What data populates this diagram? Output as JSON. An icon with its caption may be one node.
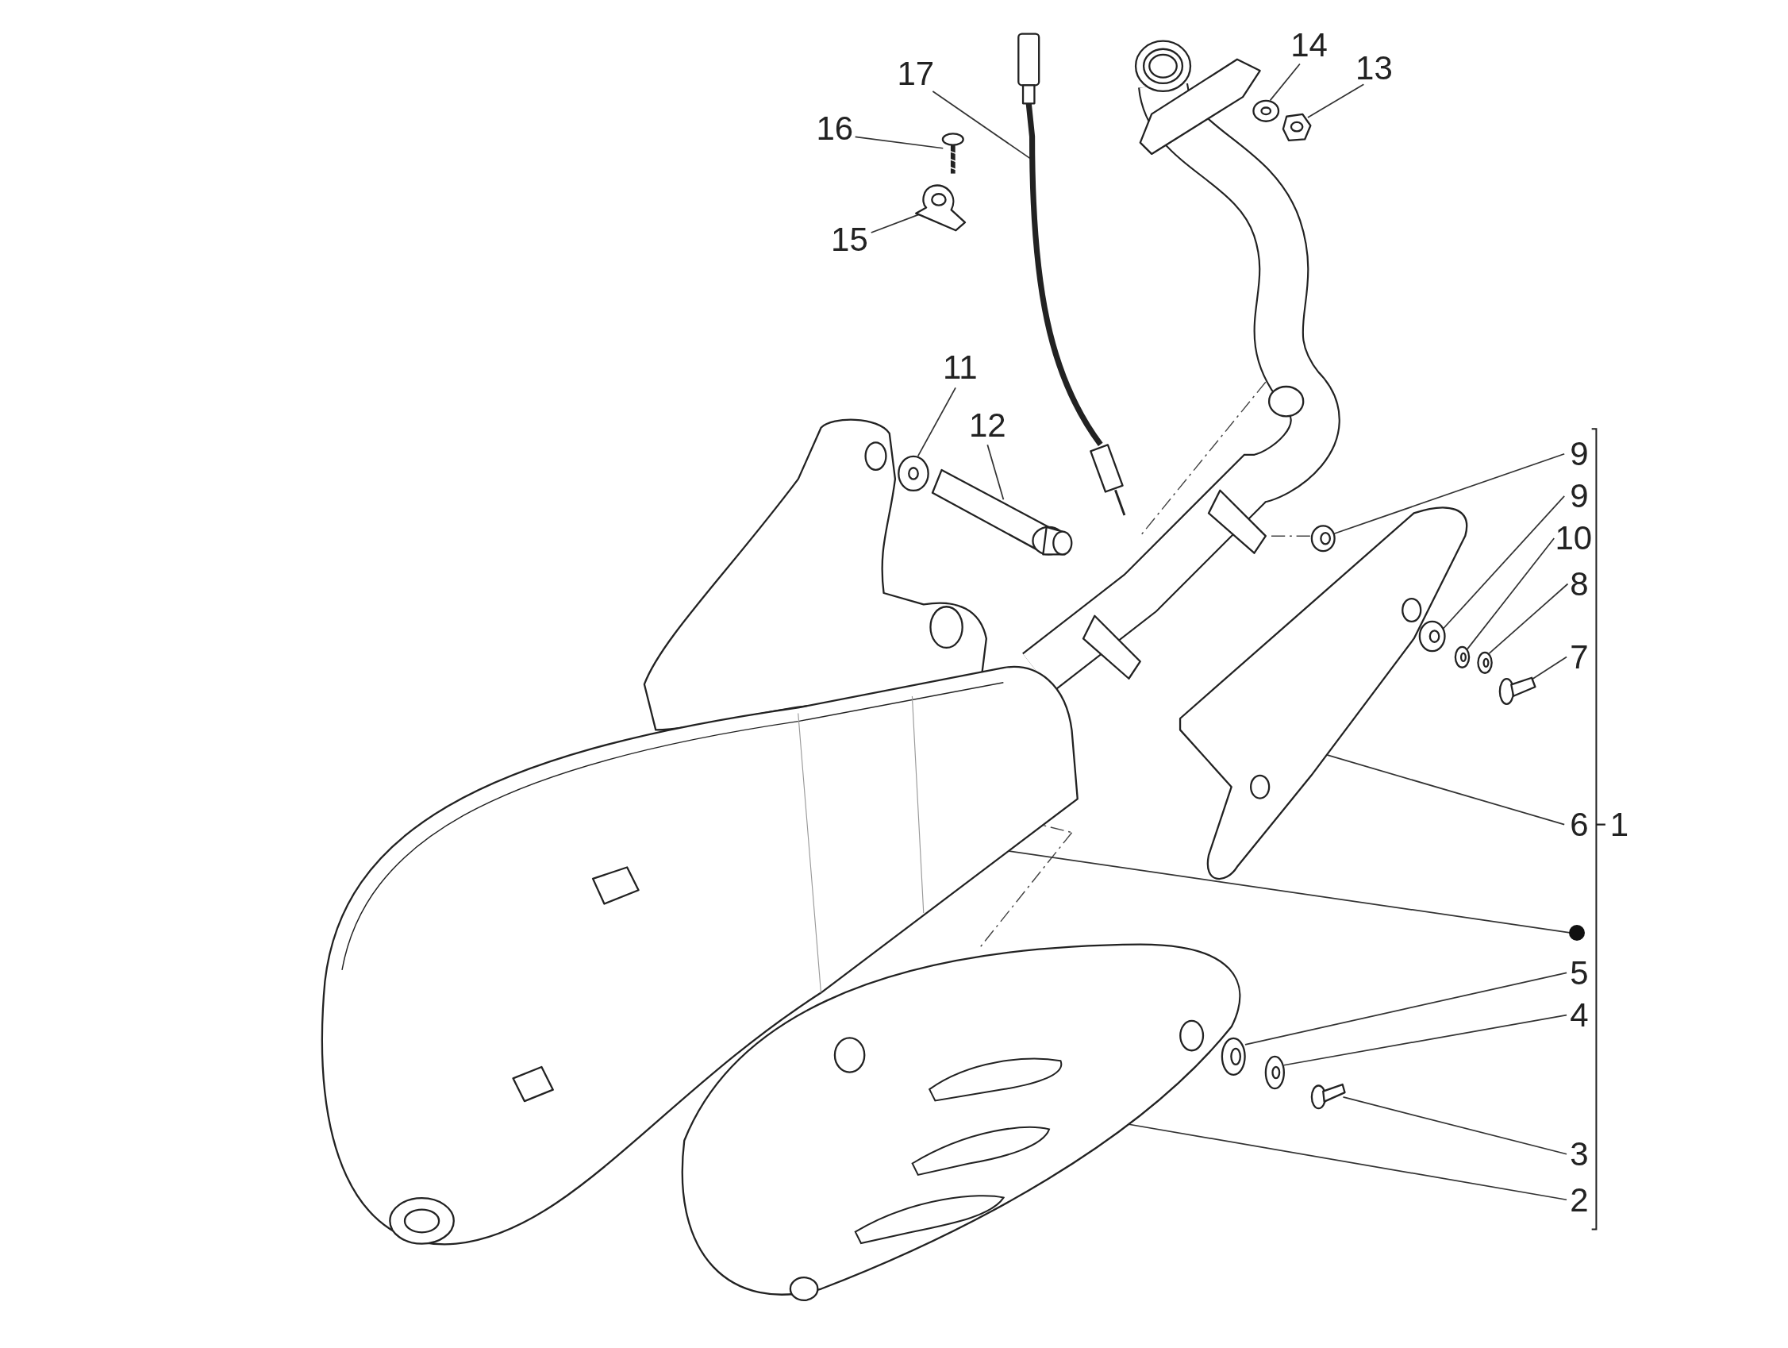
{
  "diagram": {
    "nodes": [
      {
        "text": [
          "17"
        ]
      },
      {
        "text": [
          "16"
        ]
      },
      {
        "text": [
          "14"
        ]
      },
      {
        "text": [
          "13"
        ]
      },
      {
        "text": [
          "15"
        ]
      },
      {
        "text": [
          "11"
        ]
      },
      {
        "text": [
          "12"
        ]
      },
      {
        "text": [
          "9"
        ]
      },
      {
        "text": [
          "9"
        ]
      },
      {
        "text": [
          "10"
        ]
      },
      {
        "text": [
          "8"
        ]
      },
      {
        "text": [
          "7"
        ]
      },
      {
        "text": [
          "6"
        ]
      },
      {
        "text": [],
        "shape": "circle"
      },
      {
        "text": [
          "5"
        ]
      },
      {
        "text": [
          "4"
        ]
      },
      {
        "text": [
          "3"
        ]
      },
      {
        "text": [
          "2"
        ]
      },
      {
        "text": [],
        "shape": "picture"
      },
      {
        "text": [],
        "shape": "picture"
      },
      {
        "text": [],
        "shape": "picture"
      },
      {
        "text": [],
        "shape": "picture"
      },
      {
        "text": [],
        "shape": "picture"
      },
      {
        "text": [],
        "shape": "picture"
      },
      {
        "text": [],
        "shape": "picture"
      },
      {
        "text": [],
        "shape": "picture"
      },
      {
        "text": [],
        "shape": "picture"
      },
      {
        "text": [],
        "shape": "picture"
      },
      {
        "text": [],
        "shape": "picture"
      },
      {
        "text": [],
        "shape": "picture"
      },
      {
        "text": [],
        "shape": "picture"
      },
      {
        "text": [],
        "shape": "picture"
      },
      {
        "text": [],
        "shape": "picture"
      },
      {
        "text": [],
        "shape": "picture"
      },
      {
        "text": [],
        "shape": "picture"
      },
      {
        "text": [],
        "shape": "picture"
      }
    ],
    "edges": [
      {
        "from": 0,
        "to": 18,
        "arrow": "none"
      },
      {
        "from": 1,
        "to": 19,
        "arrow": "none"
      },
      {
        "from": 2,
        "to": 20,
        "arrow": "none"
      },
      {
        "from": 3,
        "to": 21,
        "arrow": "none"
      },
      {
        "from": 4,
        "to": 22,
        "arrow": "none"
      },
      {
        "from": 5,
        "to": 23,
        "arrow": "none"
      },
      {
        "from": 6,
        "to": 24,
        "arrow": "none"
      },
      {
        "from": 7,
        "to": 25,
        "arrow": "none"
      },
      {
        "from": 8,
        "to": 26,
        "arrow": "none"
      },
      {
        "from": 9,
        "to": 27,
        "arrow": "none"
      },
      {
        "from": 10,
        "to": 28,
        "arrow": "none"
      },
      {
        "from": 11,
        "to": 29,
        "arrow": "none"
      },
      {
        "from": 12,
        "to": 30,
        "arrow": "none"
      },
      {
        "from": 13,
        "to": 31,
        "arrow": "none"
      },
      {
        "from": 14,
        "to": 32,
        "arrow": "none"
      },
      {
        "from": 15,
        "to": 33,
        "arrow": "none"
      },
      {
        "from": 16,
        "to": 34,
        "arrow": "none"
      },
      {
        "from": 17,
        "to": 35,
        "arrow": "none"
      }
    ],
    "labels": [
      "1"
    ]
  }
}
